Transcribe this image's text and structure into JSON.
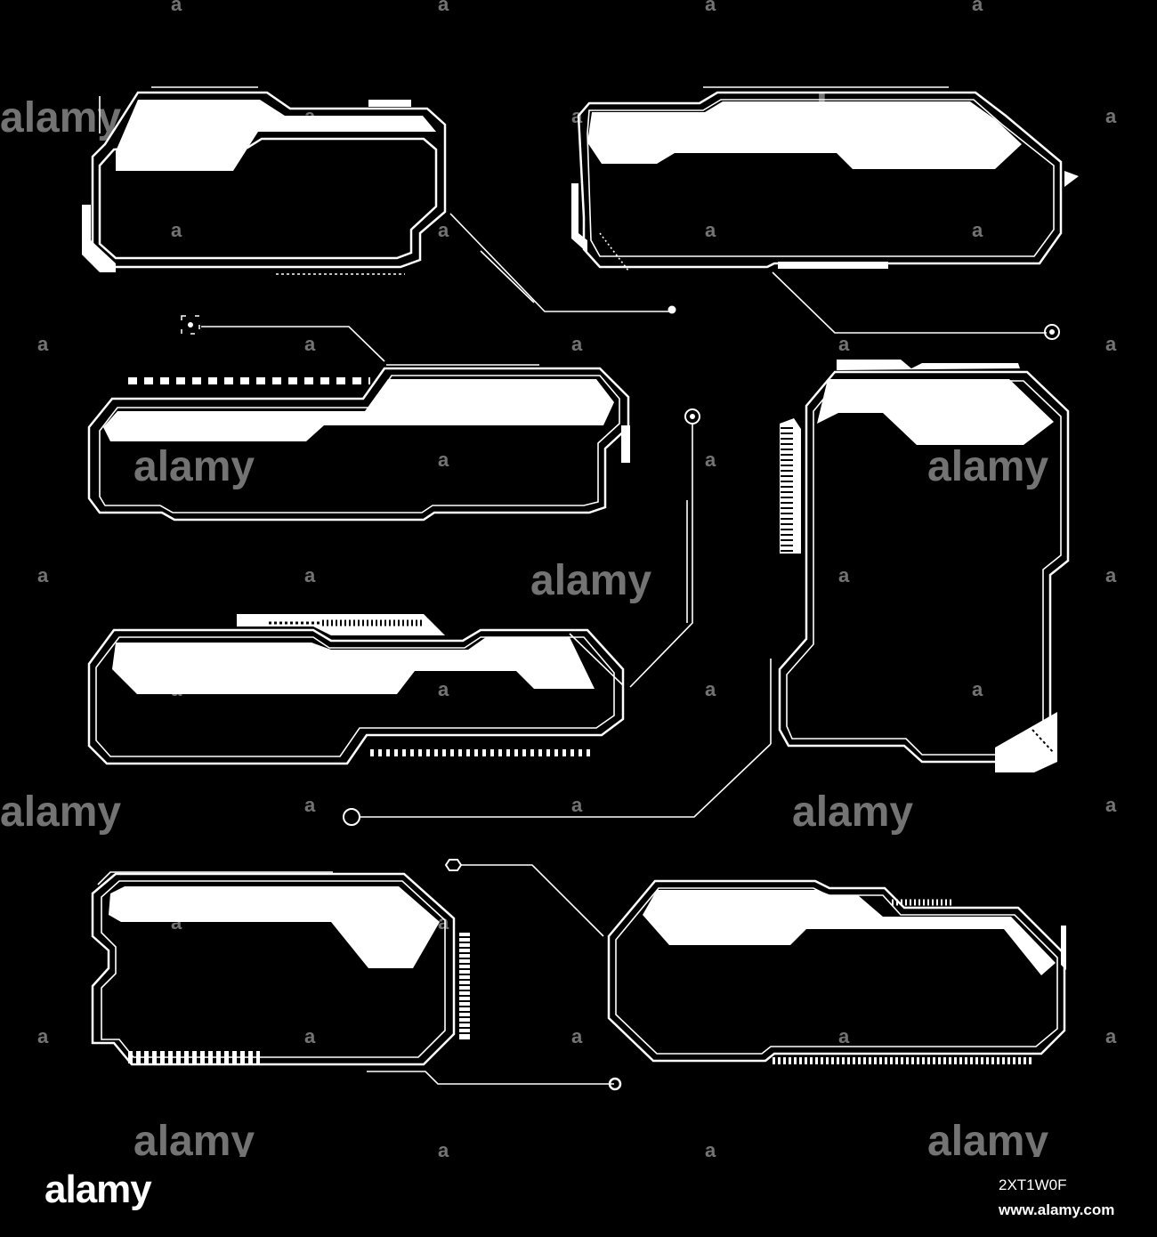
{
  "palette": {
    "background": "#000000",
    "foreground": "#ffffff"
  },
  "artwork": {
    "subject": "hud-frame-set",
    "frame_count": 7,
    "connector_count": 7
  },
  "watermark": {
    "text": "alamy",
    "glyph": "a"
  },
  "footer": {
    "logo": "alamy",
    "image_id": "2XT1W0F",
    "site": "www.alamy.com"
  }
}
